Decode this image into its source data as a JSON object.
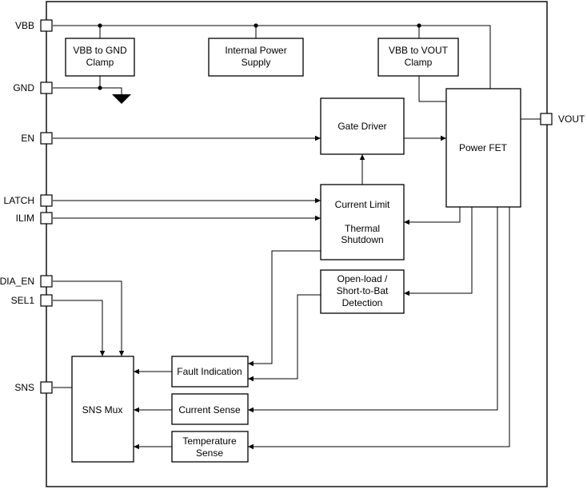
{
  "pins": {
    "vbb": "VBB",
    "gnd": "GND",
    "en": "EN",
    "latch": "LATCH",
    "ilim": "ILIM",
    "dia_en": "DIA_EN",
    "sel1": "SEL1",
    "sns": "SNS",
    "vout": "VOUT"
  },
  "blocks": {
    "vbb_gnd_clamp": [
      "VBB to GND",
      "Clamp"
    ],
    "internal_power": [
      "Internal Power",
      "Supply"
    ],
    "vbb_vout_clamp": [
      "VBB to VOUT",
      "Clamp"
    ],
    "gate_driver": [
      "Gate Driver"
    ],
    "power_fet": [
      "Power FET"
    ],
    "current_limit": [
      "Current Limit",
      "",
      "Thermal",
      "Shutdown"
    ],
    "open_load": [
      "Open-load /",
      "Short-to-Bat",
      "Detection"
    ],
    "fault_indication": [
      "Fault Indication"
    ],
    "current_sense": [
      "Current Sense"
    ],
    "temperature_sense": [
      "Temperature",
      "Sense"
    ],
    "sns_mux": [
      "SNS Mux"
    ]
  }
}
